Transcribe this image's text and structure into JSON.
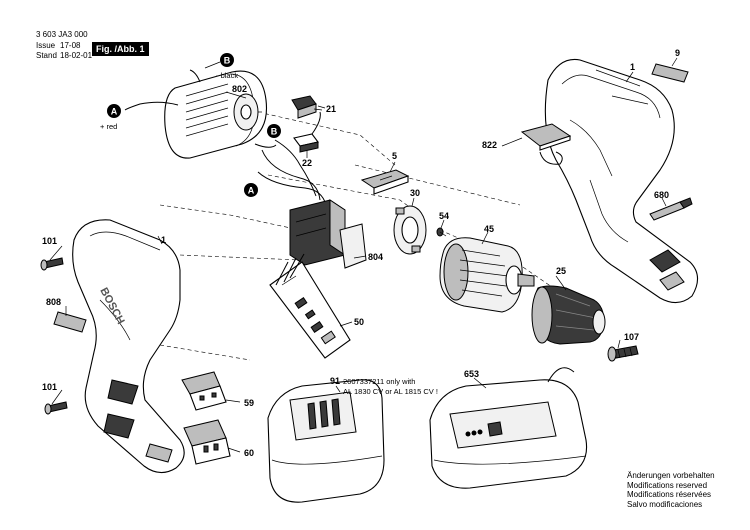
{
  "header": {
    "doc_number": "3 603 JA3 000",
    "issue_label": "Issue",
    "issue_value": "17-08",
    "stand_label": "Stand",
    "stand_value": "18-02-01",
    "figure_label": "Fig. /Abb. 1"
  },
  "markers": {
    "b_letter": "B",
    "b_text": "- black",
    "a_letter": "A",
    "a_text": "+ red"
  },
  "parts": {
    "p802": "802",
    "p21": "21",
    "p22": "22",
    "p5": "5",
    "p1_top": "1",
    "p9": "9",
    "p822": "822",
    "p680": "680",
    "p30": "30",
    "p54": "54",
    "p45": "45",
    "p804": "804",
    "p1_left": "1",
    "p101_top": "101",
    "p808": "808",
    "p50": "50",
    "p25": "25",
    "p107": "107",
    "p101_bottom": "101",
    "p59": "59",
    "p60": "60",
    "p91": "91",
    "p653": "653"
  },
  "notes": {
    "battery_line1": "2607337211 only with",
    "battery_line2": "AL 1830 CV or AL 1815 CV !"
  },
  "footer": {
    "line1": "Änderungen vorbehalten",
    "line2": "Modifications reserved",
    "line3": "Modifications réservées",
    "line4": "Salvo modificaciones"
  }
}
